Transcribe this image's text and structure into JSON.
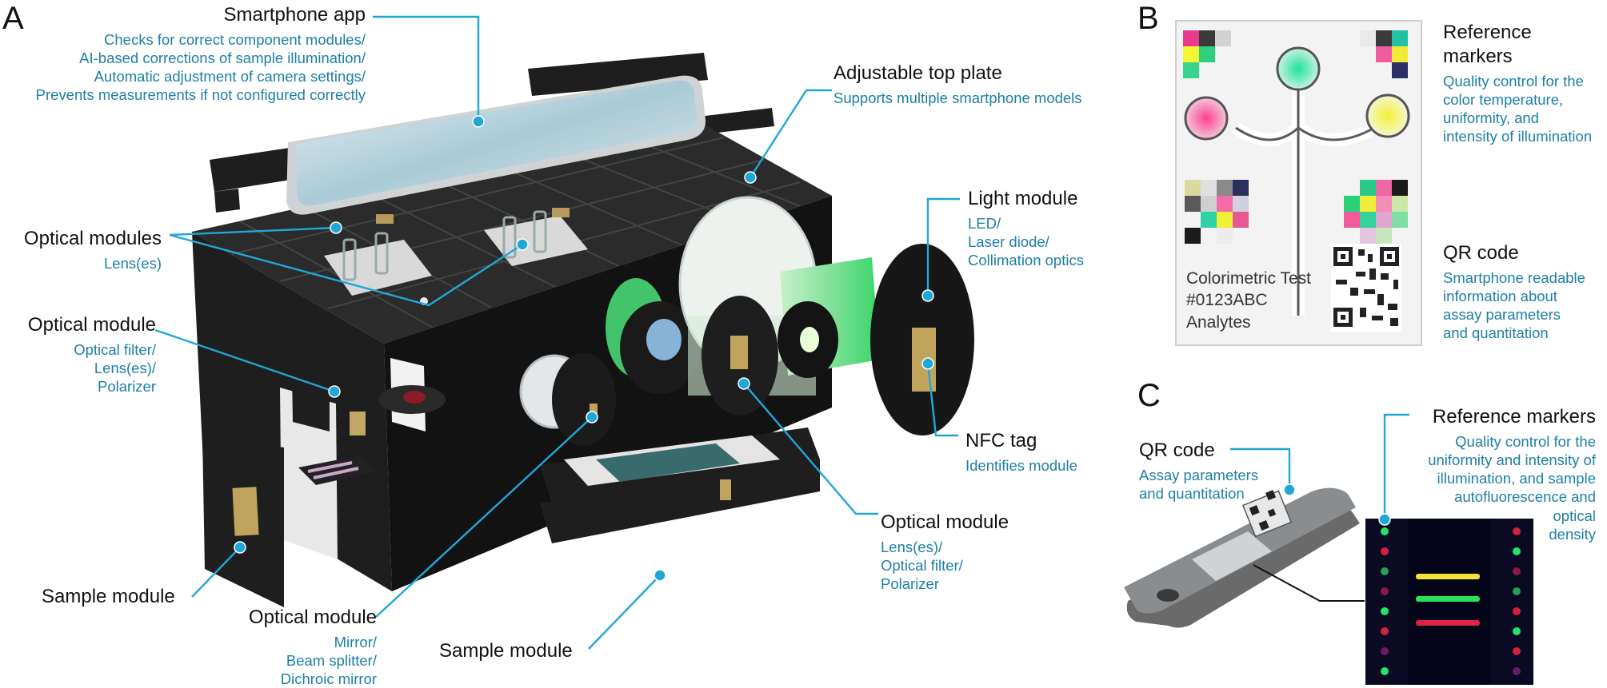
{
  "panels": {
    "a": "A",
    "b": "B",
    "c": "C"
  },
  "colors": {
    "accent": "#1d7fa6",
    "leader": "#21a7d6",
    "device": "#1e1e1e"
  },
  "panel_a": {
    "smartphone_app": {
      "title": "Smartphone app",
      "lines": [
        "Checks for correct component modules/",
        "AI-based corrections of sample illumination/",
        "Automatic adjustment of camera settings/",
        "Prevents measurements if not configured correctly"
      ]
    },
    "top_plate": {
      "title": "Adjustable top plate",
      "lines": [
        "Supports multiple smartphone models"
      ]
    },
    "optical_modules_lens": {
      "title": "Optical modules",
      "lines": [
        "Lens(es)"
      ]
    },
    "light_module": {
      "title": "Light module",
      "lines": [
        "LED/",
        "Laser diode/",
        "Collimation optics"
      ]
    },
    "optical_module_filter": {
      "title": "Optical module",
      "lines": [
        "Optical filter/",
        "Lens(es)/",
        "Polarizer"
      ]
    },
    "nfc_tag": {
      "title": "NFC tag",
      "lines": [
        "Identifies module"
      ]
    },
    "optical_module_right": {
      "title": "Optical module",
      "lines": [
        "Lens(es)/",
        "Optical filter/",
        "Polarizer"
      ]
    },
    "sample_module_left": {
      "title": "Sample module"
    },
    "optical_module_mirror": {
      "title": "Optical module",
      "lines": [
        "Mirror/",
        "Beam splitter/",
        "Dichroic mirror"
      ]
    },
    "sample_module_bottom": {
      "title": "Sample module"
    }
  },
  "panel_b": {
    "card_lines": [
      "Colorimetric Test",
      "#0123ABC",
      "Analytes"
    ],
    "reference_markers": {
      "title_lines": [
        "Reference",
        "markers"
      ],
      "lines": [
        "Quality control for the",
        "color temperature,",
        "uniformity, and",
        "intensity of illumination"
      ]
    },
    "qr_code": {
      "title": "QR code",
      "lines": [
        "Smartphone readable",
        "information about",
        "assay parameters",
        "and quantitation"
      ]
    }
  },
  "panel_c": {
    "qr_code": {
      "title": "QR code",
      "lines": [
        "Assay parameters",
        "and quantitation"
      ]
    },
    "reference_markers": {
      "title": "Reference markers",
      "lines": [
        "Quality control for the",
        "uniformity and intensity of",
        "illumination, and sample",
        "autofluorescence and",
        "optical",
        "density"
      ]
    }
  }
}
